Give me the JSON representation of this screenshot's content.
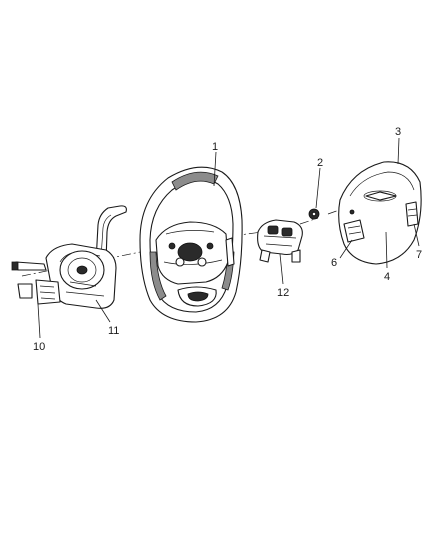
{
  "callouts": {
    "c1": "1",
    "c2": "2",
    "c3": "3",
    "c4": "4",
    "c6": "6",
    "c7": "7",
    "c10": "10",
    "c11": "11",
    "c12": "12"
  }
}
